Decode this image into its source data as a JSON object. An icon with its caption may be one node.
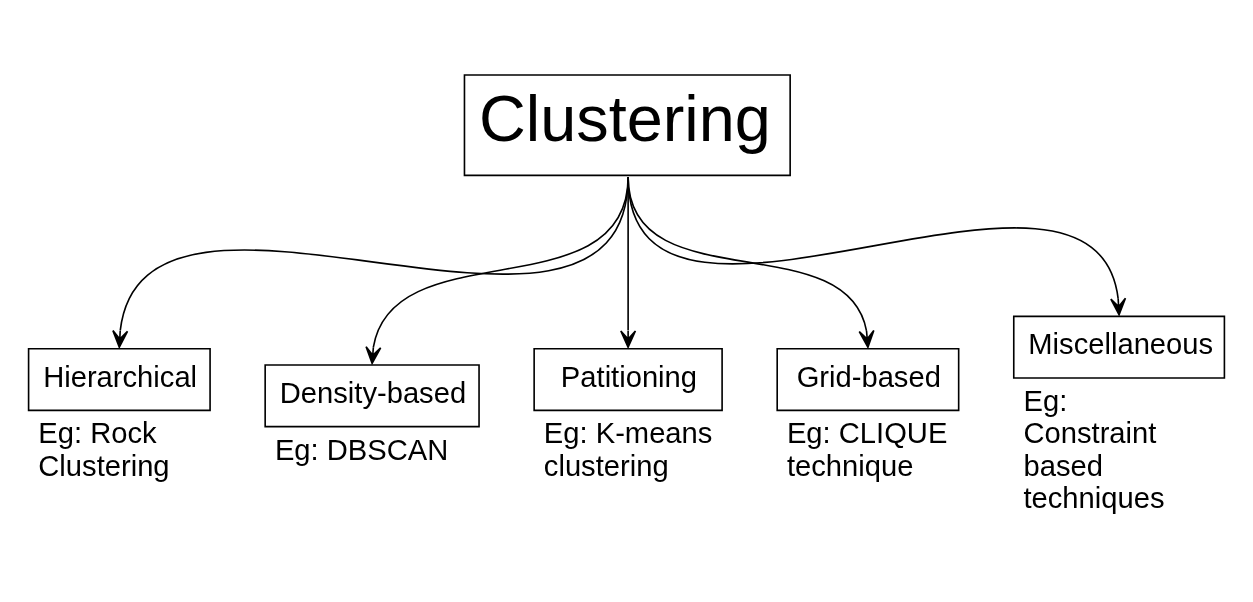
{
  "diagram": {
    "nodes": [
      {
        "text": [
          "Clustering"
        ]
      },
      {
        "text": [
          "Hierarchical"
        ],
        "beside": [
          "Eg: Rock Clustering"
        ]
      },
      {
        "text": [
          "Density-based"
        ],
        "beside": [
          "Eg: DBSCAN"
        ]
      },
      {
        "text": [
          "Patitioning"
        ],
        "beside": [
          "Eg: K-means clustering"
        ]
      },
      {
        "text": [
          "Grid-based"
        ],
        "beside": [
          "Eg: CLIQUE technique"
        ]
      },
      {
        "text": [
          "Miscellaneous"
        ],
        "beside": [
          "Eg: Constraint based techniques"
        ]
      }
    ],
    "edges": [
      {
        "from": 0,
        "to": 1,
        "arrow": "to"
      },
      {
        "from": 0,
        "to": 2,
        "arrow": "to"
      },
      {
        "from": 0,
        "to": 3,
        "arrow": "to"
      },
      {
        "from": 0,
        "to": 4,
        "arrow": "to"
      },
      {
        "from": 0,
        "to": 5,
        "arrow": "to"
      }
    ]
  }
}
